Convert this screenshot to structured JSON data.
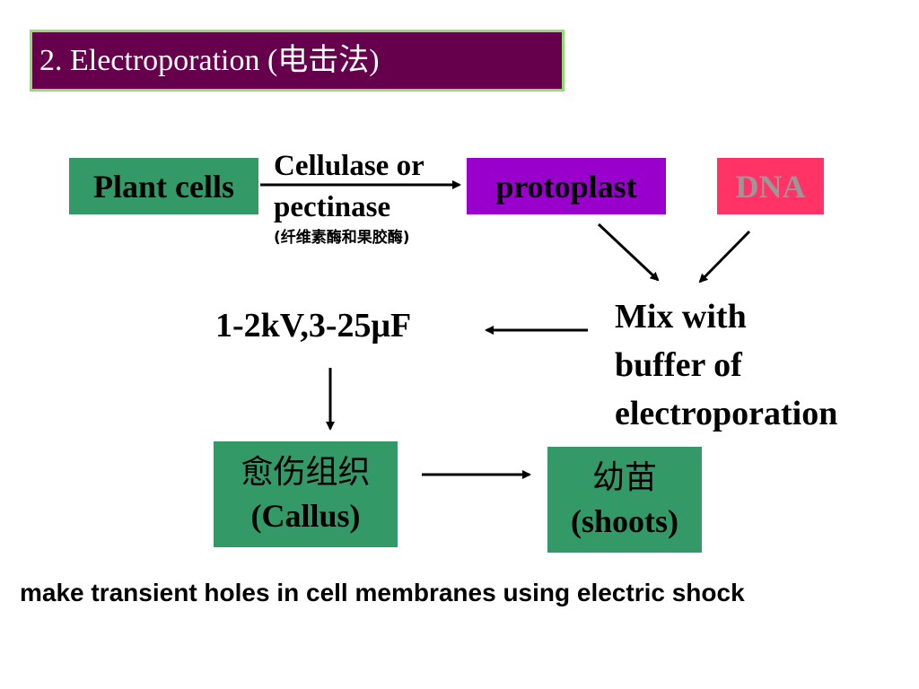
{
  "title": "2. Electroporation (电击法)",
  "nodes": {
    "plant_cells": "Plant cells",
    "protoplast": "protoplast",
    "dna": "DNA",
    "enzyme_line1": "Cellulase or",
    "enzyme_line2": "pectinase",
    "enzyme_cn": "(纤维素酶和果胶酶)",
    "mix_line1": "Mix with",
    "mix_line2": "buffer of",
    "mix_line3": "electroporation",
    "voltage": "1-2kV,3-25μF",
    "callus_cn": "愈伤组织",
    "callus_en": "(Callus)",
    "shoots_cn": "幼苗",
    "shoots_en": "(shoots)"
  },
  "caption": "make transient holes in cell membranes using electric shock",
  "colors": {
    "title_bg": "#66004d",
    "title_border": "#8ee06e",
    "green_box": "#339966",
    "protoplast_box": "#9900cc",
    "dna_box": "#ff3366",
    "dna_text": "#999999"
  }
}
